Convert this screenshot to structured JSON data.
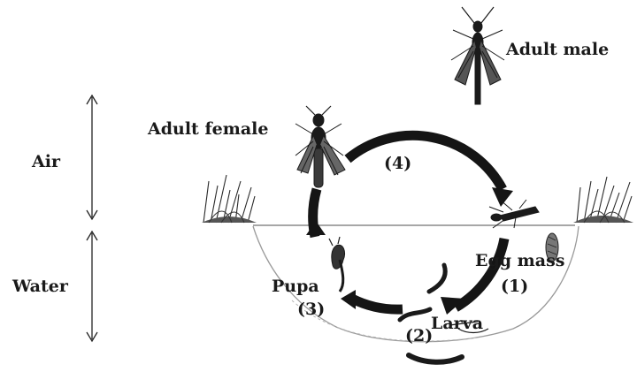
{
  "zones": {
    "air": "Air",
    "water": "Water"
  },
  "labels": {
    "adult_male": "Adult male",
    "adult_female": "Adult female",
    "egg_mass": "Egg mass",
    "larva": "Larva",
    "pupa": "Pupa"
  },
  "stages": {
    "egg_mass_num": "(1)",
    "larva_num": "(2)",
    "pupa_num": "(3)",
    "adult_num": "(4)"
  },
  "colors": {
    "ink": "#1a1a1a",
    "cycle_arrow": "#151515",
    "water_line": "#8a8a8a"
  }
}
